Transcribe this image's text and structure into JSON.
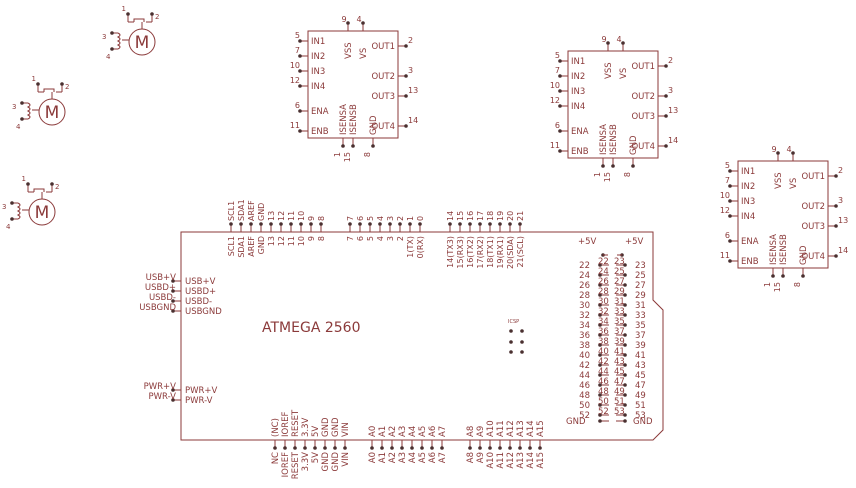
{
  "colors": {
    "line": "#8b3a3a",
    "pin_dot": "#4a3030",
    "background": "#ffffff"
  },
  "motors": [
    {
      "symbol": "M",
      "pins": [
        "1",
        "2",
        "3",
        "4"
      ]
    },
    {
      "symbol": "M",
      "pins": [
        "1",
        "2",
        "3",
        "4"
      ]
    },
    {
      "symbol": "M",
      "pins": [
        "1",
        "2",
        "3",
        "4"
      ]
    }
  ],
  "drivers": [
    {
      "left_pins": [
        {
          "num": "5",
          "name": "IN1"
        },
        {
          "num": "7",
          "name": "IN2"
        },
        {
          "num": "10",
          "name": "IN3"
        },
        {
          "num": "12",
          "name": "IN4"
        },
        {
          "num": "6",
          "name": "ENA"
        },
        {
          "num": "11",
          "name": "ENB"
        }
      ],
      "right_pins": [
        {
          "num": "2",
          "name": "OUT1"
        },
        {
          "num": "3",
          "name": "OUT2"
        },
        {
          "num": "13",
          "name": "OUT3"
        },
        {
          "num": "14",
          "name": "OUT4"
        }
      ],
      "top_pins": [
        {
          "num": "9",
          "name": "VSS"
        },
        {
          "num": "4",
          "name": "VS"
        }
      ],
      "bottom_pins": [
        {
          "num": "1",
          "name": "ISENSA"
        },
        {
          "num": "15",
          "name": "ISENSB"
        },
        {
          "num": "8",
          "name": "GND"
        }
      ]
    },
    {
      "left_pins": [
        {
          "num": "5",
          "name": "IN1"
        },
        {
          "num": "7",
          "name": "IN2"
        },
        {
          "num": "10",
          "name": "IN3"
        },
        {
          "num": "12",
          "name": "IN4"
        },
        {
          "num": "6",
          "name": "ENA"
        },
        {
          "num": "11",
          "name": "ENB"
        }
      ],
      "right_pins": [
        {
          "num": "2",
          "name": "OUT1"
        },
        {
          "num": "3",
          "name": "OUT2"
        },
        {
          "num": "13",
          "name": "OUT3"
        },
        {
          "num": "14",
          "name": "OUT4"
        }
      ],
      "top_pins": [
        {
          "num": "9",
          "name": "VSS"
        },
        {
          "num": "4",
          "name": "VS"
        }
      ],
      "bottom_pins": [
        {
          "num": "1",
          "name": "ISENSA"
        },
        {
          "num": "15",
          "name": "ISENSB"
        },
        {
          "num": "8",
          "name": "GND"
        }
      ]
    },
    {
      "left_pins": [
        {
          "num": "5",
          "name": "IN1"
        },
        {
          "num": "7",
          "name": "IN2"
        },
        {
          "num": "10",
          "name": "IN3"
        },
        {
          "num": "12",
          "name": "IN4"
        },
        {
          "num": "6",
          "name": "ENA"
        },
        {
          "num": "11",
          "name": "ENB"
        }
      ],
      "right_pins": [
        {
          "num": "2",
          "name": "OUT1"
        },
        {
          "num": "3",
          "name": "OUT2"
        },
        {
          "num": "13",
          "name": "OUT3"
        },
        {
          "num": "14",
          "name": "OUT4"
        }
      ],
      "top_pins": [
        {
          "num": "9",
          "name": "VSS"
        },
        {
          "num": "4",
          "name": "VS"
        }
      ],
      "bottom_pins": [
        {
          "num": "1",
          "name": "ISENSA"
        },
        {
          "num": "15",
          "name": "ISENSB"
        },
        {
          "num": "8",
          "name": "GND"
        }
      ]
    }
  ],
  "arduino": {
    "title": "ATMEGA 2560",
    "icsp_label": "ICSP",
    "top_group1": [
      {
        "num": "SCL1",
        "name": "SCL1"
      },
      {
        "num": "SDA1",
        "name": "SDA1"
      },
      {
        "num": "AREF",
        "name": "AREF"
      },
      {
        "num": "GND",
        "name": "GND"
      },
      {
        "num": "13",
        "name": "13"
      },
      {
        "num": "12",
        "name": "12"
      },
      {
        "num": "11",
        "name": "11"
      },
      {
        "num": "10",
        "name": "10"
      },
      {
        "num": "9",
        "name": "9"
      },
      {
        "num": "8",
        "name": "8"
      }
    ],
    "top_group2": [
      {
        "num": "7",
        "name": "7"
      },
      {
        "num": "6",
        "name": "6"
      },
      {
        "num": "5",
        "name": "5"
      },
      {
        "num": "4",
        "name": "4"
      },
      {
        "num": "3",
        "name": "3"
      },
      {
        "num": "2",
        "name": "2"
      },
      {
        "num": "1",
        "name": "1(TX)"
      },
      {
        "num": "0",
        "name": "0(RX)"
      }
    ],
    "top_group3": [
      {
        "num": "14",
        "name": "14(TX3)"
      },
      {
        "num": "15",
        "name": "15(RX3)"
      },
      {
        "num": "16",
        "name": "16(TX2)"
      },
      {
        "num": "17",
        "name": "17(RX2)"
      },
      {
        "num": "18",
        "name": "18(TX1)"
      },
      {
        "num": "19",
        "name": "19(RX1)"
      },
      {
        "num": "20",
        "name": "20(SDA)"
      },
      {
        "num": "21",
        "name": "21(SCL)"
      }
    ],
    "left_usb": [
      {
        "outer": "USB+V",
        "inner": "USB+V"
      },
      {
        "outer": "USBD+",
        "inner": "USBD+"
      },
      {
        "outer": "USBD-",
        "inner": "USBD-"
      },
      {
        "outer": "USBGND",
        "inner": "USBGND"
      }
    ],
    "left_pwr": [
      {
        "outer": "PWR+V",
        "inner": "PWR+V"
      },
      {
        "outer": "PWR-V",
        "inner": "PWR-V"
      }
    ],
    "bottom_power": [
      {
        "outer": "NC",
        "inner": "(NC)"
      },
      {
        "outer": "IOREF",
        "inner": "IOREF"
      },
      {
        "outer": "RESET",
        "inner": "RESET"
      },
      {
        "outer": "3.3V",
        "inner": "3.3V"
      },
      {
        "outer": "5V",
        "inner": "5V"
      },
      {
        "outer": "GND",
        "inner": "GND"
      },
      {
        "outer": "GND",
        "inner": "GND"
      },
      {
        "outer": "VIN",
        "inner": "VIN"
      }
    ],
    "bottom_analog1": [
      "A0",
      "A1",
      "A2",
      "A3",
      "A4",
      "A5",
      "A6",
      "A7"
    ],
    "bottom_analog2": [
      "A8",
      "A9",
      "A10",
      "A11",
      "A12",
      "A13",
      "A14",
      "A15"
    ],
    "right_header_left_label": "+5V",
    "right_header_right_label": "+5V",
    "right_even": [
      "22",
      "24",
      "26",
      "28",
      "30",
      "32",
      "34",
      "36",
      "38",
      "40",
      "42",
      "44",
      "46",
      "48",
      "50",
      "52"
    ],
    "right_odd": [
      "23",
      "25",
      "27",
      "29",
      "31",
      "33",
      "35",
      "37",
      "39",
      "41",
      "43",
      "45",
      "47",
      "49",
      "51",
      "53"
    ],
    "gnd_label": "GND"
  }
}
